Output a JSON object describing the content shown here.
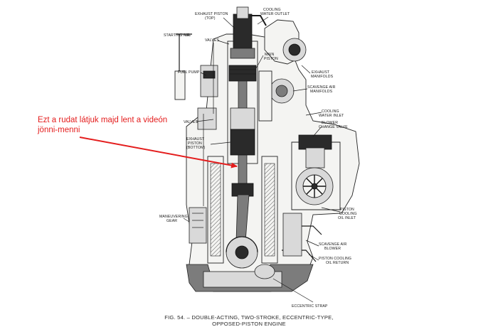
{
  "annotation": {
    "line1": "Ezt a rudat látjuk majd lent a videón",
    "line2": "jönni-menni",
    "color": "#e41d1d"
  },
  "labels": {
    "exhaust_piston_top": "EXHAUST PISTON",
    "exhaust_piston_top_sub": "(TOP)",
    "cooling_water_outlet": "COOLING",
    "cooling_water_outlet_sub": "WATER OUTLET",
    "starting_air": "STARTING AIR",
    "valves_top": "VALVES",
    "main_piston": "MAIN",
    "main_piston_sub": "PISTON",
    "fuel_pump": "FUEL PUMP",
    "exhaust_manifolds": "EXHAUST",
    "exhaust_manifolds_sub": "MANIFOLDS",
    "scavenge_air_manifolds": "SCAVENGE AIR",
    "scavenge_air_manifolds_sub": "MANIFOLDS",
    "cooling_water_inlet": "COOLING",
    "cooling_water_inlet_sub": "WATER INLET",
    "blower_change_valve": "BLOWER",
    "blower_change_valve_sub": "CHANGE VALVE",
    "valves_bottom": "VALVES",
    "exhaust_piston_bottom": "EXHAUST",
    "exhaust_piston_bottom_sub": "PISTON",
    "exhaust_piston_bottom_sub2": "(BOTTOM)",
    "piston_cooling_oil_inlet": "PISTON",
    "piston_cooling_oil_inlet_sub": "COOLING",
    "piston_cooling_oil_inlet_sub2": "OIL INLET",
    "maneuvering_gear": "MANEUVERING",
    "maneuvering_gear_sub": "GEAR",
    "scavenge_air_blower": "SCAVENGE AIR",
    "scavenge_air_blower_sub": "BLOWER",
    "piston_cooling_oil_return": "PISTON COOLING",
    "piston_cooling_oil_return_sub": "OIL RETURN",
    "eccentric_strap": "ECCENTRIC STRAP"
  },
  "caption": {
    "line1": "FIG. 54. – DOUBLE-ACTING, TWO-STROKE, ECCENTRIC-TYPE,",
    "line2": "OPPOSED-PISTON ENGINE"
  }
}
